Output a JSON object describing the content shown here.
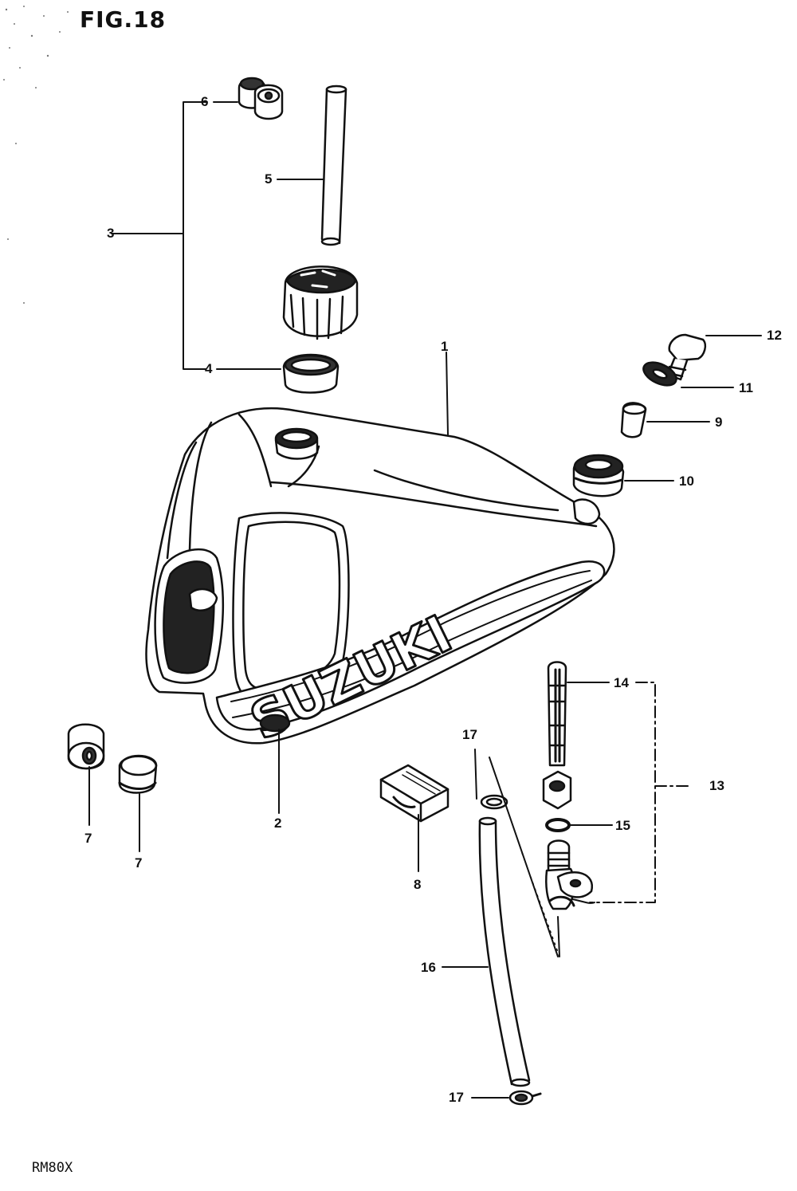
{
  "figure": {
    "title": "FIG.18",
    "model": "RM80X",
    "brand_text": "SUZUKI"
  },
  "callouts": [
    {
      "id": "c1",
      "text": "1"
    },
    {
      "id": "c2",
      "text": "2"
    },
    {
      "id": "c3",
      "text": "3"
    },
    {
      "id": "c4",
      "text": "4"
    },
    {
      "id": "c5",
      "text": "5"
    },
    {
      "id": "c6",
      "text": "6"
    },
    {
      "id": "c7a",
      "text": "7"
    },
    {
      "id": "c7b",
      "text": "7"
    },
    {
      "id": "c8",
      "text": "8"
    },
    {
      "id": "c9",
      "text": "9"
    },
    {
      "id": "c10",
      "text": "10"
    },
    {
      "id": "c11",
      "text": "11"
    },
    {
      "id": "c12",
      "text": "12"
    },
    {
      "id": "c13",
      "text": "13"
    },
    {
      "id": "c14",
      "text": "14"
    },
    {
      "id": "c15",
      "text": "15"
    },
    {
      "id": "c16",
      "text": "16"
    },
    {
      "id": "c17a",
      "text": "17"
    },
    {
      "id": "c17b",
      "text": "17"
    }
  ],
  "colors": {
    "ink": "#111111",
    "paper": "#ffffff"
  }
}
